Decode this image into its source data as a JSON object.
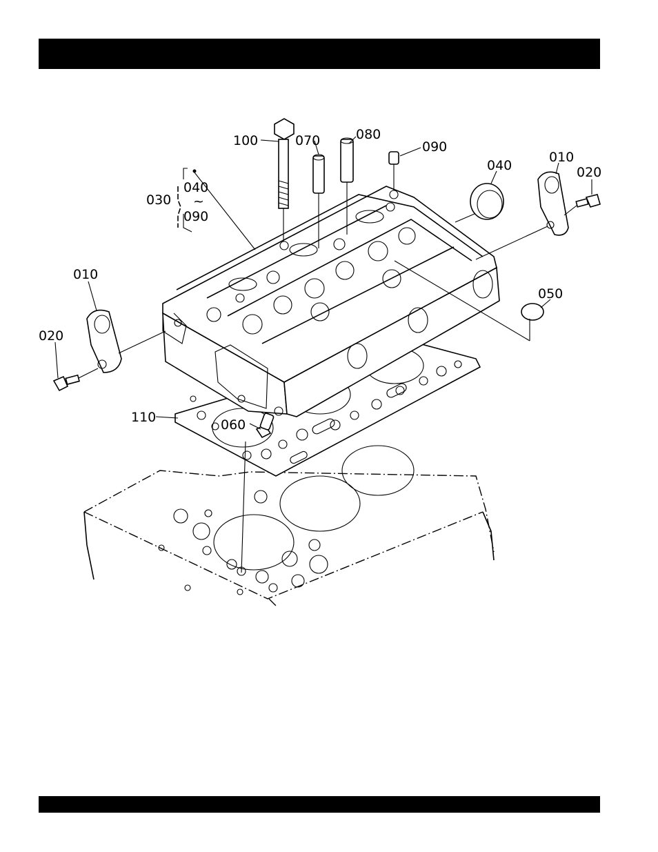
{
  "callouts": {
    "c100": "100",
    "c070": "070",
    "c080": "080",
    "c090_top": "090",
    "c040": "040",
    "c010_right": "010",
    "c020_right": "020",
    "c030": "030",
    "c030_040": "040",
    "c030_tilde": "~",
    "c030_090": "090",
    "c010_left": "010",
    "c020_left": "020",
    "c050": "050",
    "c110": "110",
    "c060": "060"
  }
}
